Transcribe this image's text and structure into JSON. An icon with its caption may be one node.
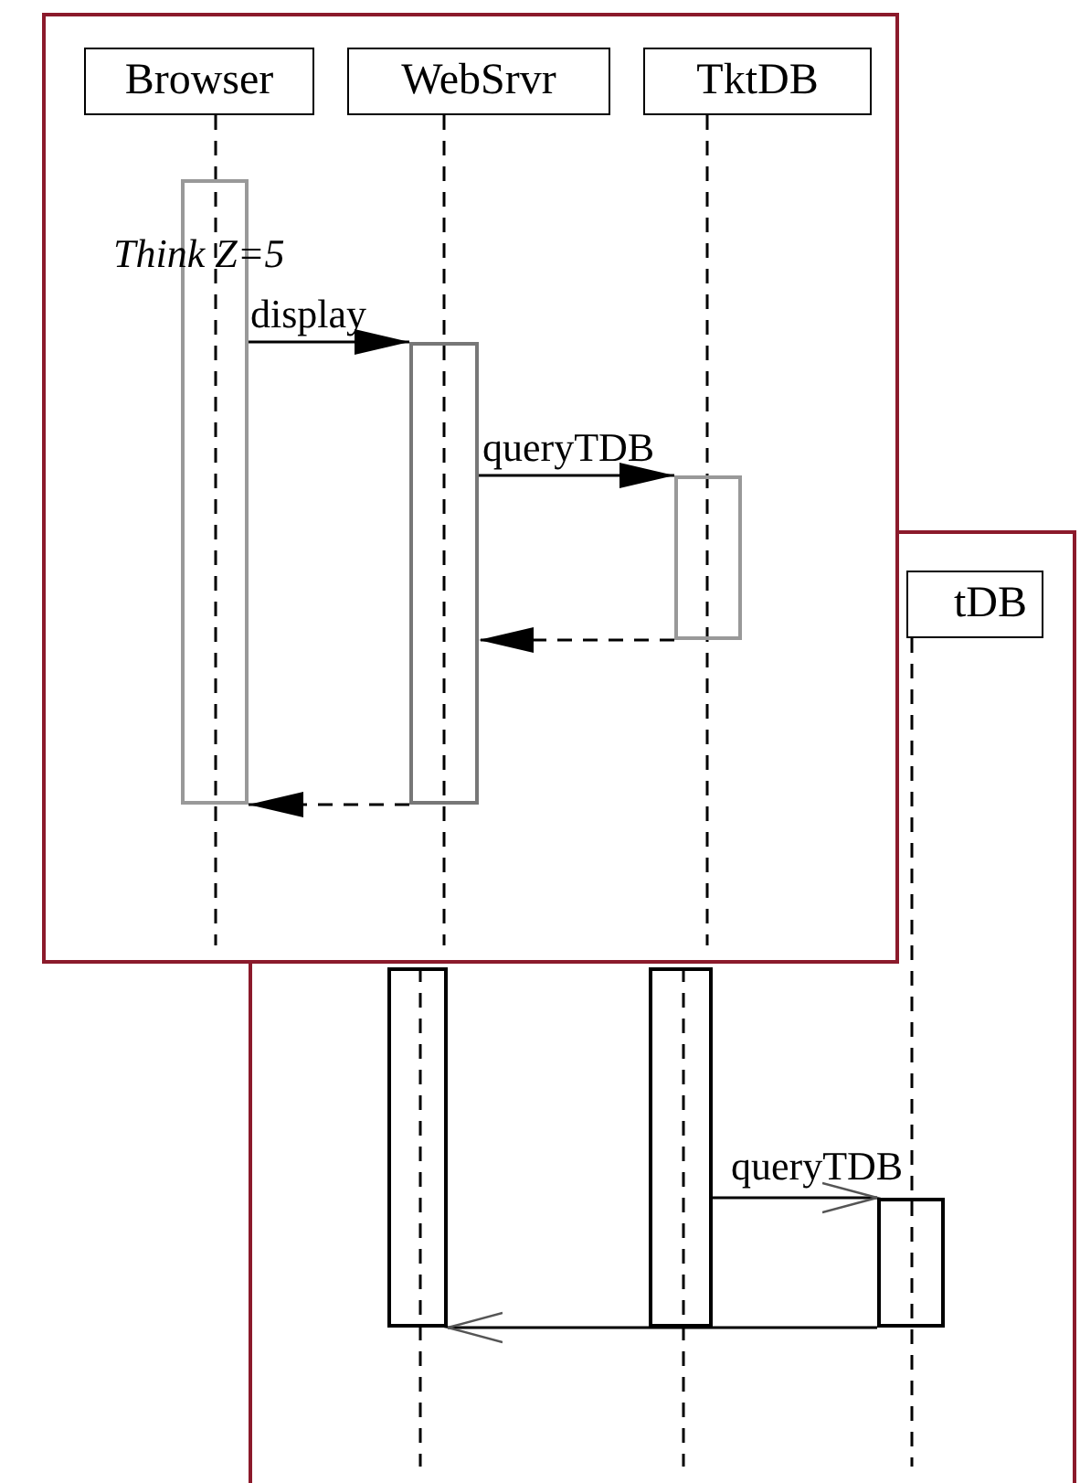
{
  "diagram": {
    "nodes": [
      {
        "text": [],
        "shape": "box"
      },
      {
        "text": [
          "Browser"
        ],
        "in": 0
      },
      {
        "text": [
          "WebSrvr"
        ],
        "in": 0
      },
      {
        "text": [
          "TktDB"
        ],
        "in": 0
      },
      {
        "text": [],
        "shape": "bar",
        "in": 0
      },
      {
        "text": [],
        "shape": "bar",
        "in": 0
      },
      {
        "text": [],
        "shape": "bar",
        "in": 0
      },
      {
        "text": [],
        "shape": "box"
      },
      {
        "text": [
          "tDB"
        ],
        "in": 7
      },
      {
        "text": [],
        "shape": "bar",
        "in": 7
      },
      {
        "text": [],
        "shape": "bar",
        "in": 7
      },
      {
        "text": [],
        "shape": "bar",
        "in": 7
      }
    ],
    "edges": [
      {
        "from": 4,
        "to": 5,
        "arrow": "to",
        "label": "display"
      },
      {
        "from": 5,
        "to": 6,
        "arrow": "to",
        "label": "queryTDB"
      },
      {
        "from": 6,
        "to": 5,
        "arrow": "to",
        "style": "dashed"
      },
      {
        "from": 5,
        "to": 4,
        "arrow": "to",
        "style": "dashed"
      },
      {
        "from": 10,
        "to": 11,
        "arrow": "to",
        "label": "queryTDB"
      },
      {
        "from": 11,
        "to": 9,
        "arrow": "to"
      }
    ],
    "labels": [
      "Think Z=5"
    ]
  }
}
